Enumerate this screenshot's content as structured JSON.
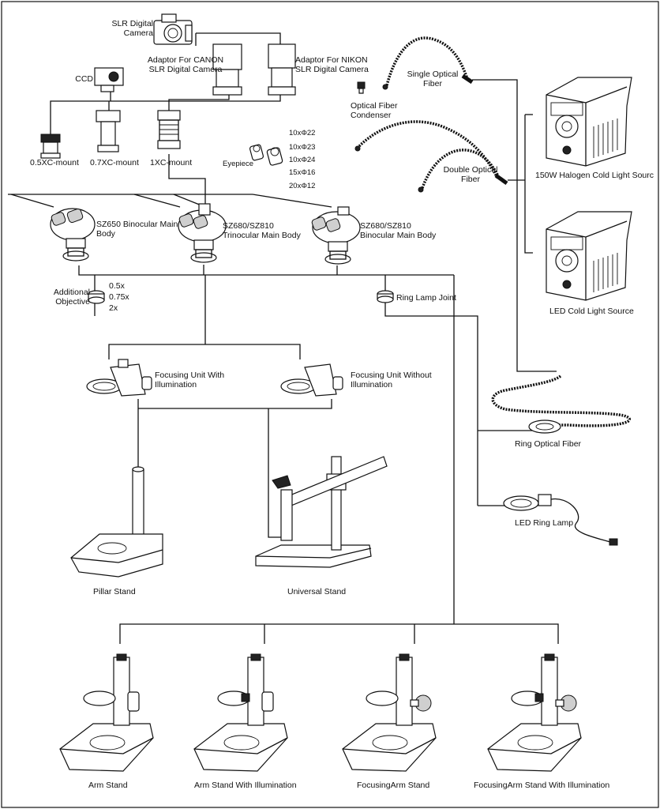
{
  "cameras": {
    "slr": "SLR Digital Camera",
    "ccd": "CCD",
    "adaptor_canon": "Adaptor For CANON SLR Digital Camera",
    "adaptor_nikon": "Adaptor For NIKON SLR Digital Camera",
    "c_mount_05": "0.5XC-mount",
    "c_mount_07": "0.7XC-mount",
    "c_mount_1": "1XC-mount"
  },
  "eyepiece": {
    "label": "Eyepiece",
    "options": [
      "10xΦ22",
      "10xΦ23",
      "10xΦ24",
      "15xΦ16",
      "20xΦ12"
    ]
  },
  "bodies": {
    "sz650": "SZ650 Binocular Main Body",
    "trinocular": "SZ680/SZ810 Trinocular Main Body",
    "binocular": "SZ680/SZ810 Binocular Main Body"
  },
  "objective": {
    "label": "Additional Objective",
    "options": [
      "0.5x",
      "0.75x",
      "2x"
    ]
  },
  "ring_lamp_joint": "Ring Lamp Joint",
  "fiber": {
    "single": "Single Optical Fiber",
    "condenser": "Optical Fiber Condenser",
    "double": "Double Optical Fiber",
    "ring": "Ring Optical Fiber"
  },
  "light_sources": {
    "halogen": "150W Halogen Cold Light Sourc",
    "led": "LED Cold Light Source",
    "led_ring": "LED Ring Lamp"
  },
  "focusing": {
    "with_illum": "Focusing Unit With Illumination",
    "without_illum": "Focusing Unit Without Illumination"
  },
  "stands": {
    "pillar": "Pillar Stand",
    "universal": "Universal Stand",
    "arm": "Arm Stand",
    "arm_illum": "Arm Stand With Illumination",
    "focusing_arm": "FocusingArm Stand",
    "focusing_arm_illum": "FocusingArm Stand With Illumination"
  }
}
